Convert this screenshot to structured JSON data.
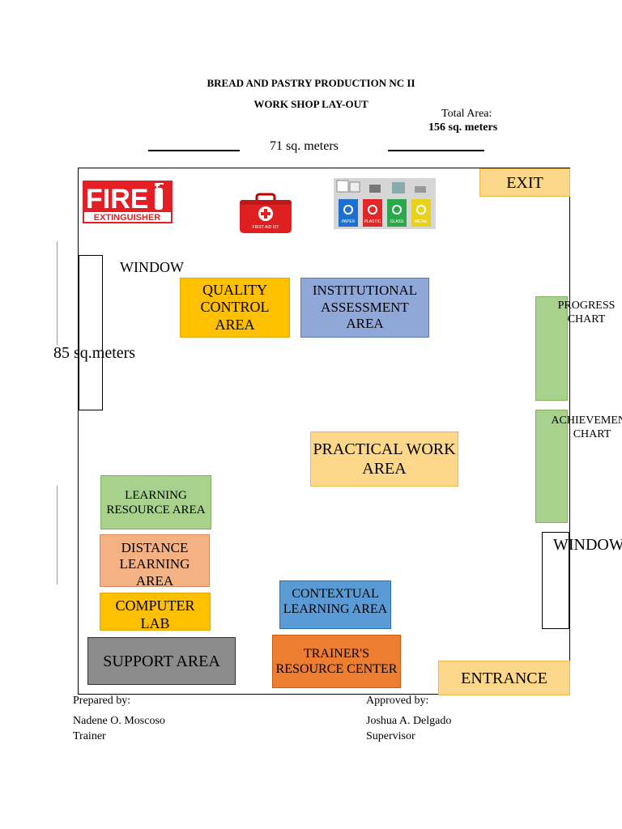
{
  "header": {
    "title": "BREAD AND PASTRY PRODUCTION NC II",
    "subtitle": "WORK SHOP LAY-OUT",
    "total_area_label": "Total Area:",
    "total_area_value": "156 sq. meters",
    "top_dimension": "71 sq. meters",
    "side_dimension": "85 sq.meters"
  },
  "icons": {
    "fire_extinguisher": {
      "title": "FIRE",
      "subtitle": "EXTINGUISHER",
      "color": "#e31e24"
    },
    "first_aid_kit": {
      "label": "FIRST AID KIT",
      "color": "#e02020"
    },
    "recycling_bins": {
      "bins": [
        {
          "label": "PAPER",
          "color": "#1e6fd0"
        },
        {
          "label": "PLASTIC",
          "color": "#e02828"
        },
        {
          "label": "GLASS",
          "color": "#2aa84a"
        },
        {
          "label": "METAL",
          "color": "#e8d21e"
        }
      ]
    }
  },
  "areas": {
    "exit": "EXIT",
    "window_left": "WINDOW",
    "window_right": "WINDOW",
    "quality_control": "QUALITY CONTROL AREA",
    "institutional_assessment": "INSTITUTIONAL ASSESSMENT AREA",
    "progress_chart": "PROGRESS CHART",
    "achievement_chart": "ACHIEVEMENT CHART",
    "practical_work": "PRACTICAL WORK AREA",
    "learning_resource": "LEARNING RESOURCE AREA",
    "distance_learning": "DISTANCE LEARNING AREA",
    "computer_lab": "COMPUTER LAB",
    "contextual_learning": "CONTEXTUAL LEARNING AREA",
    "support": "SUPPORT AREA",
    "trainers_resource": "TRAINER'S RESOURCE CENTER",
    "entrance": "ENTRANCE"
  },
  "colors": {
    "yellow_light": "#fdd88a",
    "yellow": "#ffc000",
    "periwinkle": "#8fa8d8",
    "green": "#a9d18e",
    "salmon": "#f4b183",
    "blue": "#5b9bd5",
    "gray": "#8c8c8c",
    "orange": "#ed7d31"
  },
  "footer": {
    "prepared_label": "Prepared by:",
    "prepared_name": "Nadene O. Moscoso",
    "prepared_role": "Trainer",
    "approved_label": "Approved by:",
    "approved_name": "Joshua A. Delgado",
    "approved_role": "Supervisor"
  }
}
